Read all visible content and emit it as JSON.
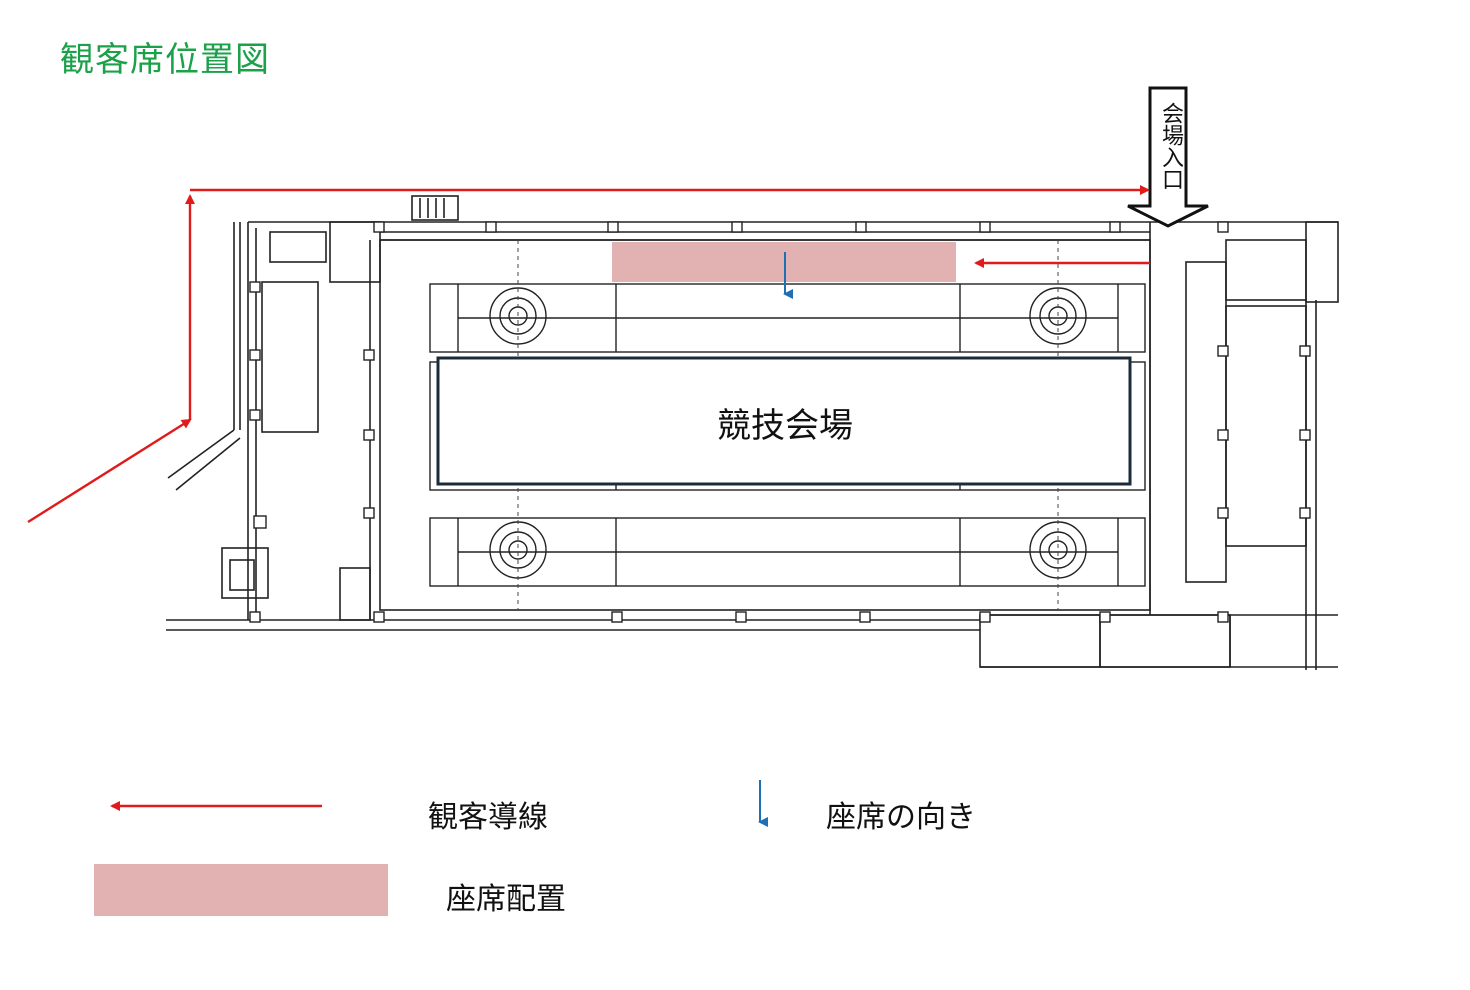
{
  "title": "観客席位置図",
  "entrance_label": "会場入口",
  "venue_label": "競技会場",
  "legend": {
    "route_label": "観客導線",
    "seat_direction_label": "座席の向き",
    "seat_area_label": "座席配置"
  },
  "colors": {
    "title": "#1aa14a",
    "route_arrow": "#e01b1b",
    "seat_area": "#e2b1b1",
    "seat_direction_arrow": "#1f6fb5",
    "venue_box_border": "#1c2b3a"
  }
}
